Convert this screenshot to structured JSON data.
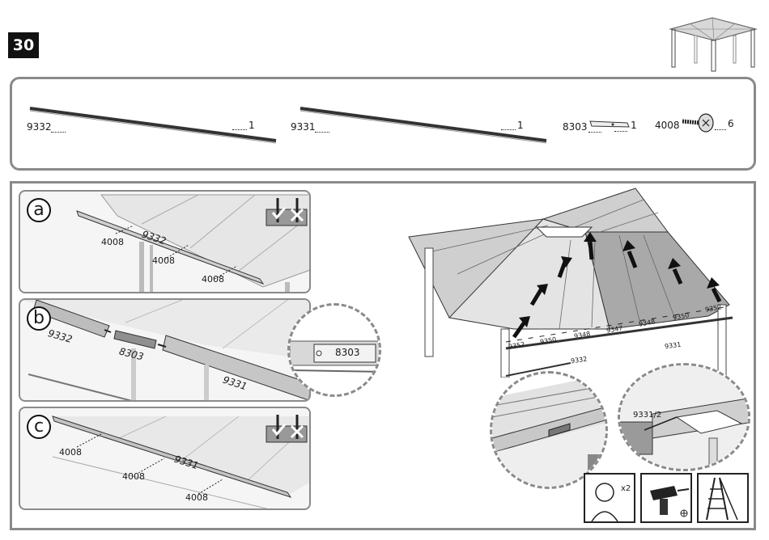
{
  "step": {
    "number": "30"
  },
  "parts": [
    {
      "code": "9332",
      "qty": "1"
    },
    {
      "code": "9331",
      "qty": "1"
    },
    {
      "code": "8303",
      "qty": "1"
    },
    {
      "code": "4008",
      "qty": "6"
    }
  ],
  "panel_a": {
    "letter": "a",
    "profile": "9332",
    "screws": [
      "4008",
      "4008",
      "4008"
    ]
  },
  "panel_b": {
    "letter": "b",
    "left_profile": "9332",
    "connector": "8303",
    "right_profile": "9331",
    "zoom_label": "8303"
  },
  "panel_c": {
    "letter": "c",
    "profile": "9331",
    "screws": [
      "4008",
      "4008",
      "4008"
    ]
  },
  "roof": {
    "panels": [
      "9352",
      "9350",
      "9348",
      "9347",
      "9348",
      "9350",
      "9352"
    ],
    "rear_profile": "9331",
    "front_profile": "9332",
    "zoom_label": "9331/2"
  },
  "tools": {
    "people_count": "x2"
  }
}
